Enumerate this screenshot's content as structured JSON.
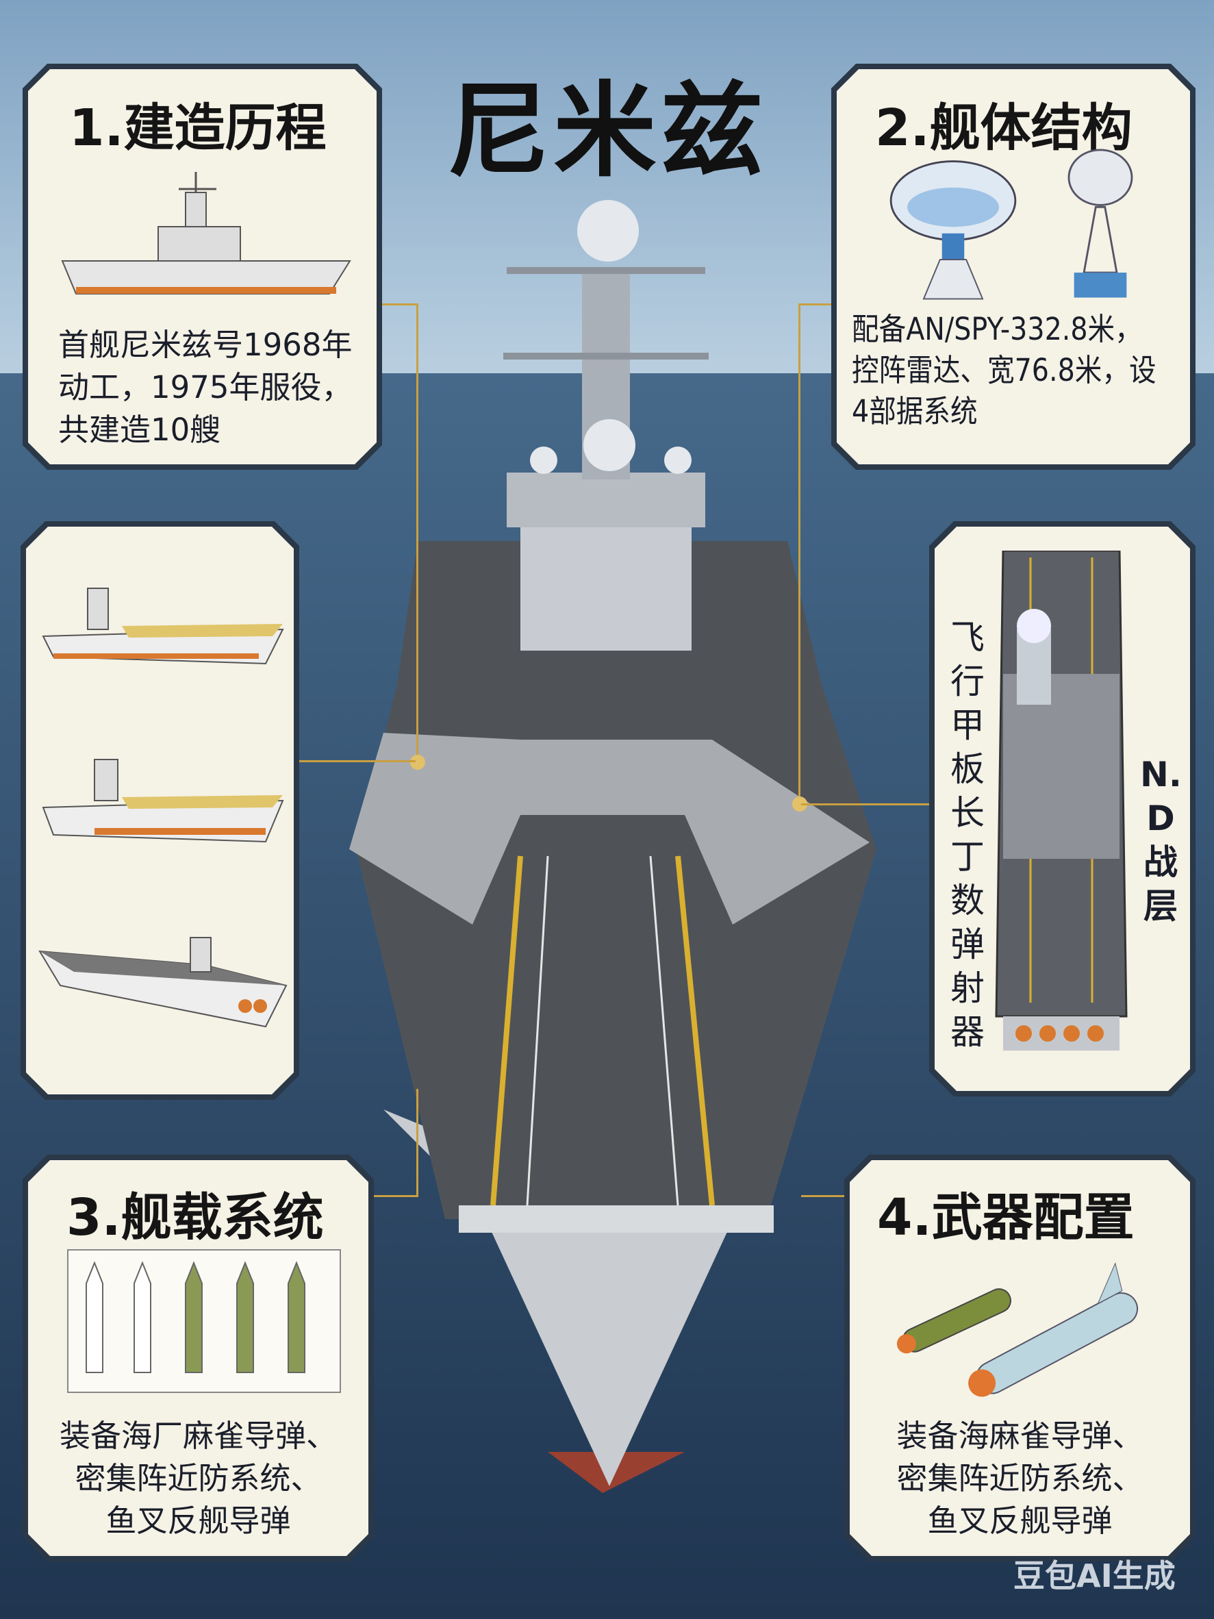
{
  "title": "尼米兹",
  "panels": {
    "history": {
      "heading": "1.建造历程",
      "lines": [
        "首舰尼米兹号1968年",
        "动工，1975年服役，",
        "共建造10艘"
      ]
    },
    "structure": {
      "heading": "2.舰体结构",
      "lines": [
        "配备AN/SPY-332.8米，",
        "控阵雷达、宽76.8米，设",
        "4部据系统"
      ]
    },
    "deck": {
      "left_vertical": "飞行甲板长丁数弹射器",
      "right_vertical": "N.D战层"
    },
    "systems": {
      "heading": "3.舰载系统",
      "lines": [
        "装备海厂麻雀导弹、",
        "密集阵近防系统、",
        "鱼叉反舰导弹"
      ]
    },
    "weapons": {
      "heading": "4.武器配置",
      "lines": [
        "装备海麻雀导弹、",
        "密集阵近防系统、",
        "鱼叉反舰导弹"
      ]
    }
  },
  "watermark": "豆包AI生成",
  "colors": {
    "panel_bg": "#f5f2e6",
    "panel_border": "#2a3848",
    "connector": "#c9a040",
    "sea": "#2c4762",
    "sky": "#9ab8d2"
  }
}
